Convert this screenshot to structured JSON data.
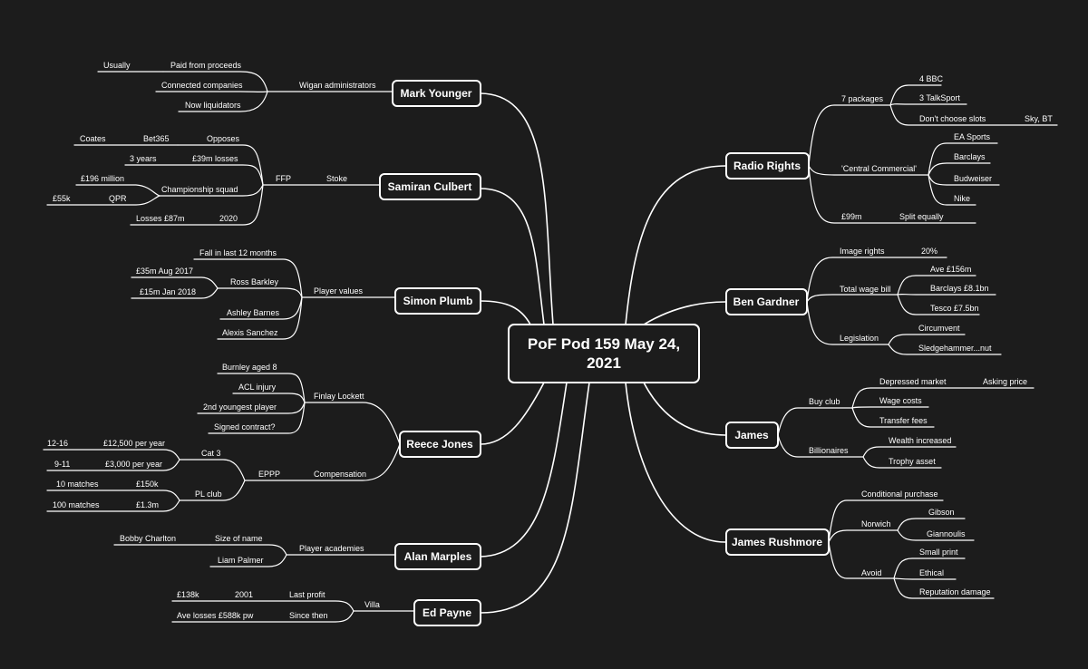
{
  "colors": {
    "background": "#1c1c1c",
    "lines": "#ffffff",
    "text": "#ffffff"
  },
  "central": {
    "line1": "PoF Pod 159 May 24,",
    "line2": "2021"
  },
  "topics": {
    "mark_younger": "Mark Younger",
    "samiran_culbert": "Samiran Culbert",
    "simon_plumb": "Simon Plumb",
    "reece_jones": "Reece Jones",
    "alan_marples": "Alan Marples",
    "ed_payne": "Ed Payne",
    "radio_rights": "Radio Rights",
    "ben_gardner": "Ben Gardner",
    "james": "James",
    "james_rushmore": "James Rushmore"
  },
  "labels": {
    "wigan_administrators": "Wigan administrators",
    "paid_from_proceeds": "Paid from proceeds",
    "usually": "Usually",
    "connected_companies": "Connected companies",
    "now_liquidators": "Now liquidators",
    "stoke": "Stoke",
    "ffp": "FFP",
    "opposes": "Opposes",
    "bet365": "Bet365",
    "coates": "Coates",
    "losses_39m": "£39m losses",
    "three_years": "3 years",
    "championship_squad": "Championship squad",
    "m196": "£196 million",
    "qpr": "QPR",
    "k55": "£55k",
    "year_2020": "2020",
    "losses_87m": "Losses £87m",
    "player_values": "Player values",
    "fall_12_months": "Fall in last 12 months",
    "ross_barkley": "Ross Barkley",
    "aug_2017": "£35m Aug 2017",
    "jan_2018": "£15m Jan 2018",
    "ashley_barnes": "Ashley Barnes",
    "alexis_sanchez": "Alexis Sanchez",
    "finlay_lockett": "Finlay Lockett",
    "burnley_aged_8": "Burnley aged 8",
    "acl_injury": "ACL injury",
    "second_youngest": "2nd youngest player",
    "signed_contract": "Signed contract?",
    "compensation": "Compensation",
    "eppp": "EPPP",
    "cat3": "Cat 3",
    "per_year_12500": "£12,500 per year",
    "age_12_16": "12-16",
    "per_year_3000": "£3,000 per year",
    "age_9_11": "9-11",
    "pl_club": "PL club",
    "k150": "£150k",
    "ten_matches": "10 matches",
    "m1_3": "£1.3m",
    "hundred_matches": "100 matches",
    "player_academies": "Player academies",
    "size_of_name": "Size of name",
    "bobby_charlton": "Bobby Charlton",
    "liam_palmer": "Liam Palmer",
    "villa": "Villa",
    "last_profit": "Last profit",
    "year_2001": "2001",
    "k138": "£138k",
    "since_then": "Since then",
    "ave_losses": "Ave losses £588k pw",
    "seven_packages": "7 packages",
    "four_bbc": "4 BBC",
    "three_talksport": "3 TalkSport",
    "dont_choose_slots": "Don't choose slots",
    "sky_bt": "Sky, BT",
    "central_commercial": "'Central Commercial'",
    "ea_sports": "EA Sports",
    "barclays": "Barclays",
    "budweiser": "Budweiser",
    "nike": "Nike",
    "m99": "£99m",
    "split_equally": "Split equally",
    "image_rights": "Image rights",
    "pct20": "20%",
    "total_wage_bill": "Total wage bill",
    "ave_156m": "Ave £156m",
    "barclays_8_1bn": "Barclays £8.1bn",
    "tesco_7_5bn": "Tesco £7.5bn",
    "legislation": "Legislation",
    "circumvent": "Circumvent",
    "sledgehammer": "Sledgehammer...nut",
    "buy_club": "Buy club",
    "depressed_market": "Depressed market",
    "asking_price": "Asking price",
    "wage_costs": "Wage costs",
    "transfer_fees": "Transfer fees",
    "billionaires": "Billionaires",
    "wealth_increased": "Wealth increased",
    "trophy_asset": "Trophy asset",
    "conditional_purchase": "Conditional purchase",
    "norwich": "Norwich",
    "gibson": "Gibson",
    "giannoulis": "Giannoulis",
    "avoid": "Avoid",
    "small_print": "Small print",
    "ethical": "Ethical",
    "reputation_damage": "Reputation damage"
  }
}
